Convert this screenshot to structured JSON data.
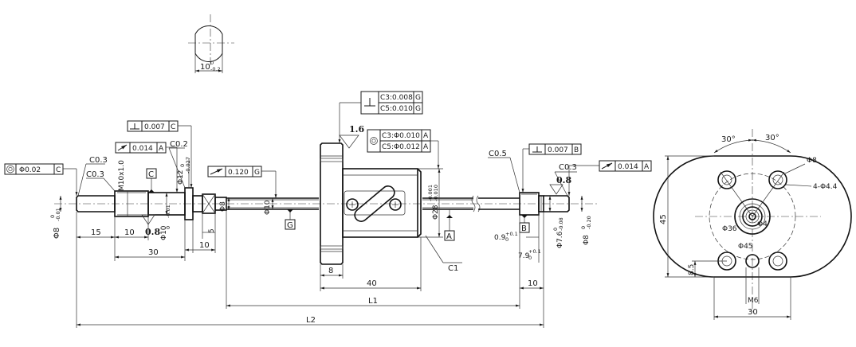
{
  "flat_section": {
    "width_label": "10",
    "tol_upper": "0",
    "tol_lower": "-0.2"
  },
  "left_end": {
    "diameter": "Φ8",
    "diameter_tol_upper": "0",
    "diameter_tol_lower": "-0.01",
    "chamfer_a": "C0.3",
    "chamfer_b": "C0.3",
    "chamfer_c": "C0.2",
    "thread": "M10x1.0",
    "bearing_diameter": "Φ10",
    "bearing_tol_lower": "-0.01",
    "bearing_tol_upper": "0",
    "collar_diameter": "Φ12",
    "collar_tol_lower": "-0.027",
    "collar_tol_upper": "0",
    "len_15": "15",
    "len_10": "10",
    "len_30": "30",
    "len_10b": "10",
    "len_5": "5",
    "roughness": "0.8",
    "shaft_diameter": "Φ8",
    "datum_c": "C"
  },
  "callouts": {
    "concentricity": {
      "value": "Φ0.02",
      "datum": "C"
    },
    "perp_left": {
      "value": "0.007",
      "datum": "C"
    },
    "runout_left": {
      "value": "0.014",
      "datum": "A"
    },
    "runout_screw": {
      "value": "0.120",
      "datum": "G"
    },
    "nut_perp_c3": {
      "value": "C3:0.008",
      "datum": "G"
    },
    "nut_perp_c5": {
      "value": "C5:0.010",
      "datum": "G"
    },
    "nut_conc_c3": {
      "value": "C3:Φ0.010",
      "datum": "A"
    },
    "nut_conc_c5": {
      "value": "C5:Φ0.012",
      "datum": "A"
    },
    "perp_right": {
      "value": "0.007",
      "datum": "B"
    },
    "runout_right": {
      "value": "0.014",
      "datum": "A"
    }
  },
  "nut": {
    "roughness": "1.6",
    "shaft_diameter": "Φ10",
    "datum_g": "G",
    "datum_a": "A",
    "flange_len": "8",
    "len_40": "40",
    "chamfer": "C1",
    "body_diameter": "Φ28",
    "body_tol_upper": "-0.001",
    "body_tol_lower": "-0.010"
  },
  "right_end": {
    "chamfer_a": "C0.5",
    "chamfer_b": "C0.3",
    "roughness": "0.8",
    "datum_b": "B",
    "groove_width": "0.9",
    "groove_tol_upper": "+0.1",
    "groove_tol_lower": "0",
    "groove_pos": "7.9",
    "groove_pos_tol_upper": "+0.1",
    "groove_pos_tol_lower": "0",
    "groove_diameter": "Φ7.6",
    "groove_dia_tol_upper": "0",
    "groove_dia_tol_lower": "-0.08",
    "diameter": "Φ8",
    "diameter_tol_upper": "0",
    "diameter_tol_lower": "-0.20",
    "len_10": "10"
  },
  "overall": {
    "l1": "L1",
    "l2": "L2"
  },
  "flange_view": {
    "angle_left": "30°",
    "angle_right": "30°",
    "bolt_hole": "Φ8",
    "holes": "4-Φ4.4",
    "height": "45",
    "pcd": "Φ36",
    "bore": "Φ4",
    "outer": "Φ45",
    "offset": "8.5",
    "thread": "M6",
    "width": "30"
  }
}
